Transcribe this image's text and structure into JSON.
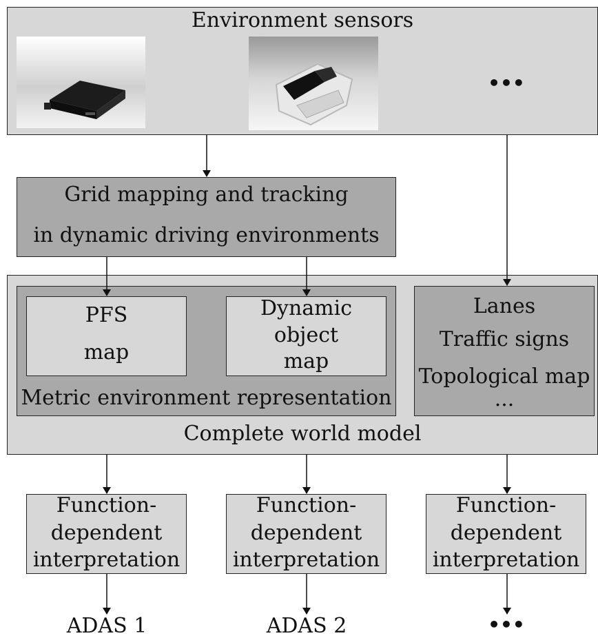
{
  "sensors": {
    "title": "Environment sensors",
    "more": "•••"
  },
  "grid_mapping": {
    "line1": "Grid mapping and tracking",
    "line2": "in dynamic driving environments"
  },
  "world_model": {
    "label": "Complete world model",
    "metric": {
      "label": "Metric environment representation",
      "pfs_line1": "PFS",
      "pfs_line2": "map",
      "dyn_line1": "Dynamic",
      "dyn_line2": "object",
      "dyn_line3": "map"
    },
    "other": {
      "line1": "Lanes",
      "line2": "Traffic signs",
      "line3": "Topological map",
      "line4": "..."
    }
  },
  "interpretation": [
    {
      "line1": "Function-",
      "line2": "dependent",
      "line3": "interpretation"
    },
    {
      "line1": "Function-",
      "line2": "dependent",
      "line3": "interpretation"
    },
    {
      "line1": "Function-",
      "line2": "dependent",
      "line3": "interpretation"
    }
  ],
  "outputs": {
    "adas1": "ADAS 1",
    "adas2": "ADAS 2",
    "more": "•••"
  }
}
